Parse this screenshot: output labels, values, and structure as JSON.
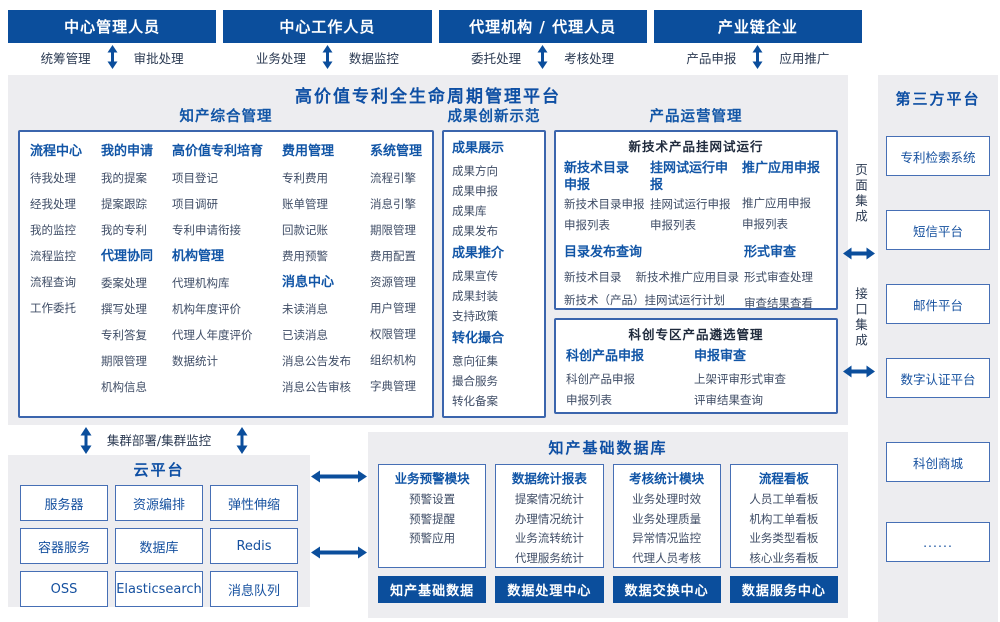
{
  "colors": {
    "primary": "#0b4e9c",
    "title_blue": "#0e4fa4",
    "group_blue": "#1155a6",
    "panel_bg": "#ededf0",
    "border_blue": "#466fb5",
    "item_text": "#3f4d66"
  },
  "actors": [
    {
      "title": "中心管理人员",
      "left": "统筹管理",
      "right": "审批处理"
    },
    {
      "title": "中心工作人员",
      "left": "业务处理",
      "right": "数据监控"
    },
    {
      "title": "代理机构 / 代理人员",
      "left": "委托处理",
      "right": "考核处理"
    },
    {
      "title": "产业链企业",
      "left": "产品申报",
      "right": "应用推广"
    }
  ],
  "platform": {
    "title": "高价值专利全生命周期管理平台",
    "zhichan": {
      "title": "知产综合管理",
      "g_process": {
        "title": "流程中心",
        "items": [
          "待我处理",
          "经我处理",
          "我的监控",
          "流程监控",
          "流程查询",
          "工作委托"
        ]
      },
      "g_apply": {
        "title": "我的申请",
        "items": [
          "我的提案",
          "提案跟踪",
          "我的专利"
        ]
      },
      "g_agency": {
        "title": "代理协同",
        "items": [
          "委案处理",
          "撰写处理",
          "专利答复",
          "期限管理",
          "机构信息"
        ]
      },
      "g_cultivate": {
        "title": "高价值专利培育",
        "items": [
          "项目登记",
          "项目调研",
          "专利申请衔接"
        ]
      },
      "g_org": {
        "title": "机构管理",
        "items": [
          "代理机构库",
          "机构年度评价",
          "代理人年度评价",
          "数据统计"
        ]
      },
      "g_fee": {
        "title": "费用管理",
        "items": [
          "专利费用",
          "账单管理",
          "回款记账",
          "费用预警"
        ]
      },
      "g_message": {
        "title": "消息中心",
        "items": [
          "未读消息",
          "已读消息",
          "消息公告发布",
          "消息公告审核"
        ]
      },
      "g_system": {
        "title": "系统管理",
        "items": [
          "流程引擎",
          "消息引擎",
          "期限管理",
          "费用配置",
          "资源管理",
          "用户管理",
          "权限管理",
          "组织机构",
          "字典管理"
        ]
      }
    },
    "chengguo": {
      "title": "成果创新示范",
      "g_show": {
        "title": "成果展示",
        "items": [
          "成果方向",
          "成果申报",
          "成果库",
          "成果发布"
        ]
      },
      "g_promote": {
        "title": "成果推介",
        "items": [
          "成果宣传",
          "成果封装",
          "支持政策"
        ]
      },
      "g_match": {
        "title": "转化撮合",
        "items": [
          "意向征集",
          "撮合服务",
          "转化备案"
        ]
      }
    },
    "chanpin": {
      "title": "产品运营管理",
      "box1": {
        "title": "新技术产品挂网试运行",
        "g_catalog_apply": {
          "title": "新技术目录申报",
          "items": [
            "新技术目录申报",
            "申报列表"
          ]
        },
        "g_trial_apply": {
          "title": "挂网试运行申报",
          "items": [
            "挂网试运行申报",
            "申报列表"
          ]
        },
        "g_spread_apply": {
          "title": "推广应用申报",
          "items": [
            "推广应用申报",
            "申报列表"
          ]
        },
        "g_catalog_query": {
          "title": "目录发布查询",
          "line1": [
            "新技术目录",
            "新技术推广应用目录"
          ],
          "line2": "新技术（产品）挂网试运行计划"
        },
        "g_formal_review": {
          "title": "形式审查",
          "items": [
            "形式审查处理",
            "审查结果查看"
          ]
        }
      },
      "box2": {
        "title": "科创专区产品遴选管理",
        "g_kc_apply": {
          "title": "科创产品申报",
          "items": [
            "科创产品申报",
            "申报列表"
          ]
        },
        "g_kc_review": {
          "title": "申报审查",
          "items": [
            "上架评审形式审查",
            "评审结果查询"
          ]
        }
      }
    }
  },
  "integration": {
    "page": "页面集成",
    "api": "接口集成"
  },
  "third_party": {
    "title": "第三方平台",
    "items": [
      "专利检索系统",
      "短信平台",
      "邮件平台",
      "数字认证平台",
      "科创商城",
      "......"
    ]
  },
  "cluster_label": "集群部署/集群监控",
  "cloud": {
    "title": "云平台",
    "items": [
      "服务器",
      "资源编排",
      "弹性伸缩",
      "容器服务",
      "数据库",
      "Redis",
      "OSS",
      "Elasticsearch",
      "消息队列"
    ]
  },
  "database": {
    "title": "知产基础数据库",
    "modules": [
      {
        "title": "业务预警模块",
        "items": [
          "预警设置",
          "预警提醒",
          "预警应用"
        ]
      },
      {
        "title": "数据统计报表",
        "items": [
          "提案情况统计",
          "办理情况统计",
          "业务流转统计",
          "代理服务统计"
        ]
      },
      {
        "title": "考核统计模块",
        "items": [
          "业务处理时效",
          "业务处理质量",
          "异常情况监控",
          "代理人员考核"
        ]
      },
      {
        "title": "流程看板",
        "items": [
          "人员工单看板",
          "机构工单看板",
          "业务类型看板",
          "核心业务看板"
        ]
      }
    ],
    "footer": [
      "知产基础数据",
      "数据处理中心",
      "数据交换中心",
      "数据服务中心"
    ]
  }
}
